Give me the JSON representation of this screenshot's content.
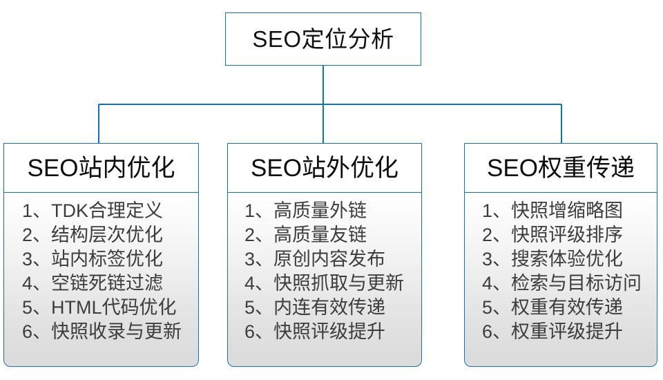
{
  "diagram": {
    "type": "org-tree",
    "root": {
      "label": "SEO定位分析"
    },
    "branches": [
      {
        "header": "SEO站内优化",
        "items": [
          "1、TDK合理定义",
          "2、结构层次优化",
          "3、站内标签优化",
          "4、空链死链过滤",
          "5、HTML代码优化",
          "6、快照收录与更新"
        ]
      },
      {
        "header": "SEO站外优化",
        "items": [
          "1、高质量外链",
          "2、高质量友链",
          "3、原创内容发布",
          "4、快照抓取与更新",
          "5、内连有效传递",
          "6、快照评级提升"
        ]
      },
      {
        "header": "SEO权重传递",
        "items": [
          "1、快照增缩略图",
          "2、快照评级排序",
          "3、搜索体验优化",
          "4、检索与目标访问",
          "5、权重有效传递",
          "6、权重评级提升"
        ]
      }
    ],
    "colors": {
      "border": "#1072bd",
      "connector": "#1072bd",
      "root_text": "#101010",
      "header_text": "#0d0d0d",
      "list_text": "#3c3c3c",
      "list_fill_top": "#ffffff",
      "list_fill_bottom": "#dcdcdc",
      "background": "#ffffff"
    }
  }
}
